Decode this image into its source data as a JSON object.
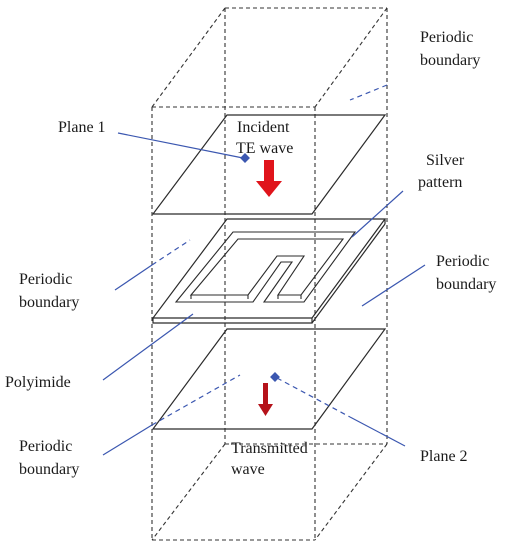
{
  "labels": {
    "periodic_top_right": [
      "Periodic",
      "boundary"
    ],
    "plane1": "Plane 1",
    "incident": [
      "Incident",
      "TE wave"
    ],
    "silver": [
      "Silver",
      "pattern"
    ],
    "periodic_left_mid": [
      "Periodic",
      "boundary"
    ],
    "periodic_right_mid": [
      "Periodic",
      "boundary"
    ],
    "polyimide": "Polyimide",
    "periodic_left_low": [
      "Periodic",
      "boundary"
    ],
    "transmitted": [
      "Transmitted",
      "wave"
    ],
    "plane2": "Plane 2"
  },
  "colors": {
    "arrow": "#e0141b",
    "arrow_dark": "#b5121a",
    "leader": "#3b57b0",
    "port": "#3b57b0"
  }
}
